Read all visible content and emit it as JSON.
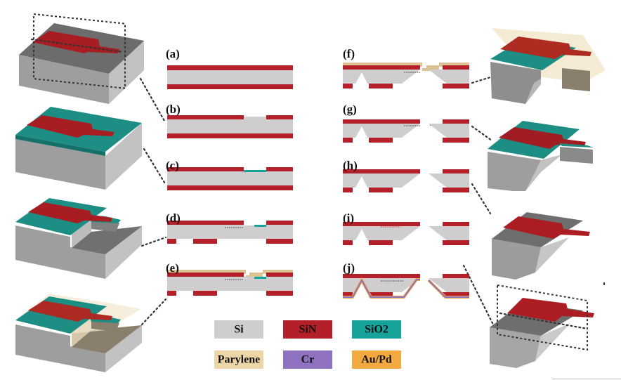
{
  "figure": {
    "type": "fabrication-process-diagram",
    "steps": [
      {
        "id": "a",
        "label": "(a)"
      },
      {
        "id": "b",
        "label": "(b)"
      },
      {
        "id": "c",
        "label": "(c)"
      },
      {
        "id": "d",
        "label": "(d)"
      },
      {
        "id": "e",
        "label": "(e)"
      },
      {
        "id": "f",
        "label": "(f)"
      },
      {
        "id": "g",
        "label": "(g)"
      },
      {
        "id": "h",
        "label": "(h)"
      },
      {
        "id": "i",
        "label": "(i)"
      },
      {
        "id": "j",
        "label": "(j)"
      }
    ],
    "legend": [
      {
        "name": "Si",
        "color": "#cfcdcd"
      },
      {
        "name": "SiN",
        "color": "#b4202a"
      },
      {
        "name": "SiO2",
        "color": "#16a39a"
      },
      {
        "name": "Parylene",
        "color": "#ecd6a8"
      },
      {
        "name": "Cr",
        "color": "#8e72c0"
      },
      {
        "name": "Au/Pd",
        "color": "#f4a940"
      }
    ],
    "colors": {
      "si": "#cfcdcd",
      "sin": "#b4202a",
      "sio2": "#16a39a",
      "parylene": "#dcc393",
      "cr": "#8e72c0",
      "aupd": "#f4a940",
      "block_top": "#707070",
      "block_front": "#9c9c9c",
      "block_side": "#c0c0c0",
      "sin_3d": "#9e1c1e",
      "sio2_3d": "#1f8c80",
      "parylene_3d": "#f3e6cc"
    }
  }
}
